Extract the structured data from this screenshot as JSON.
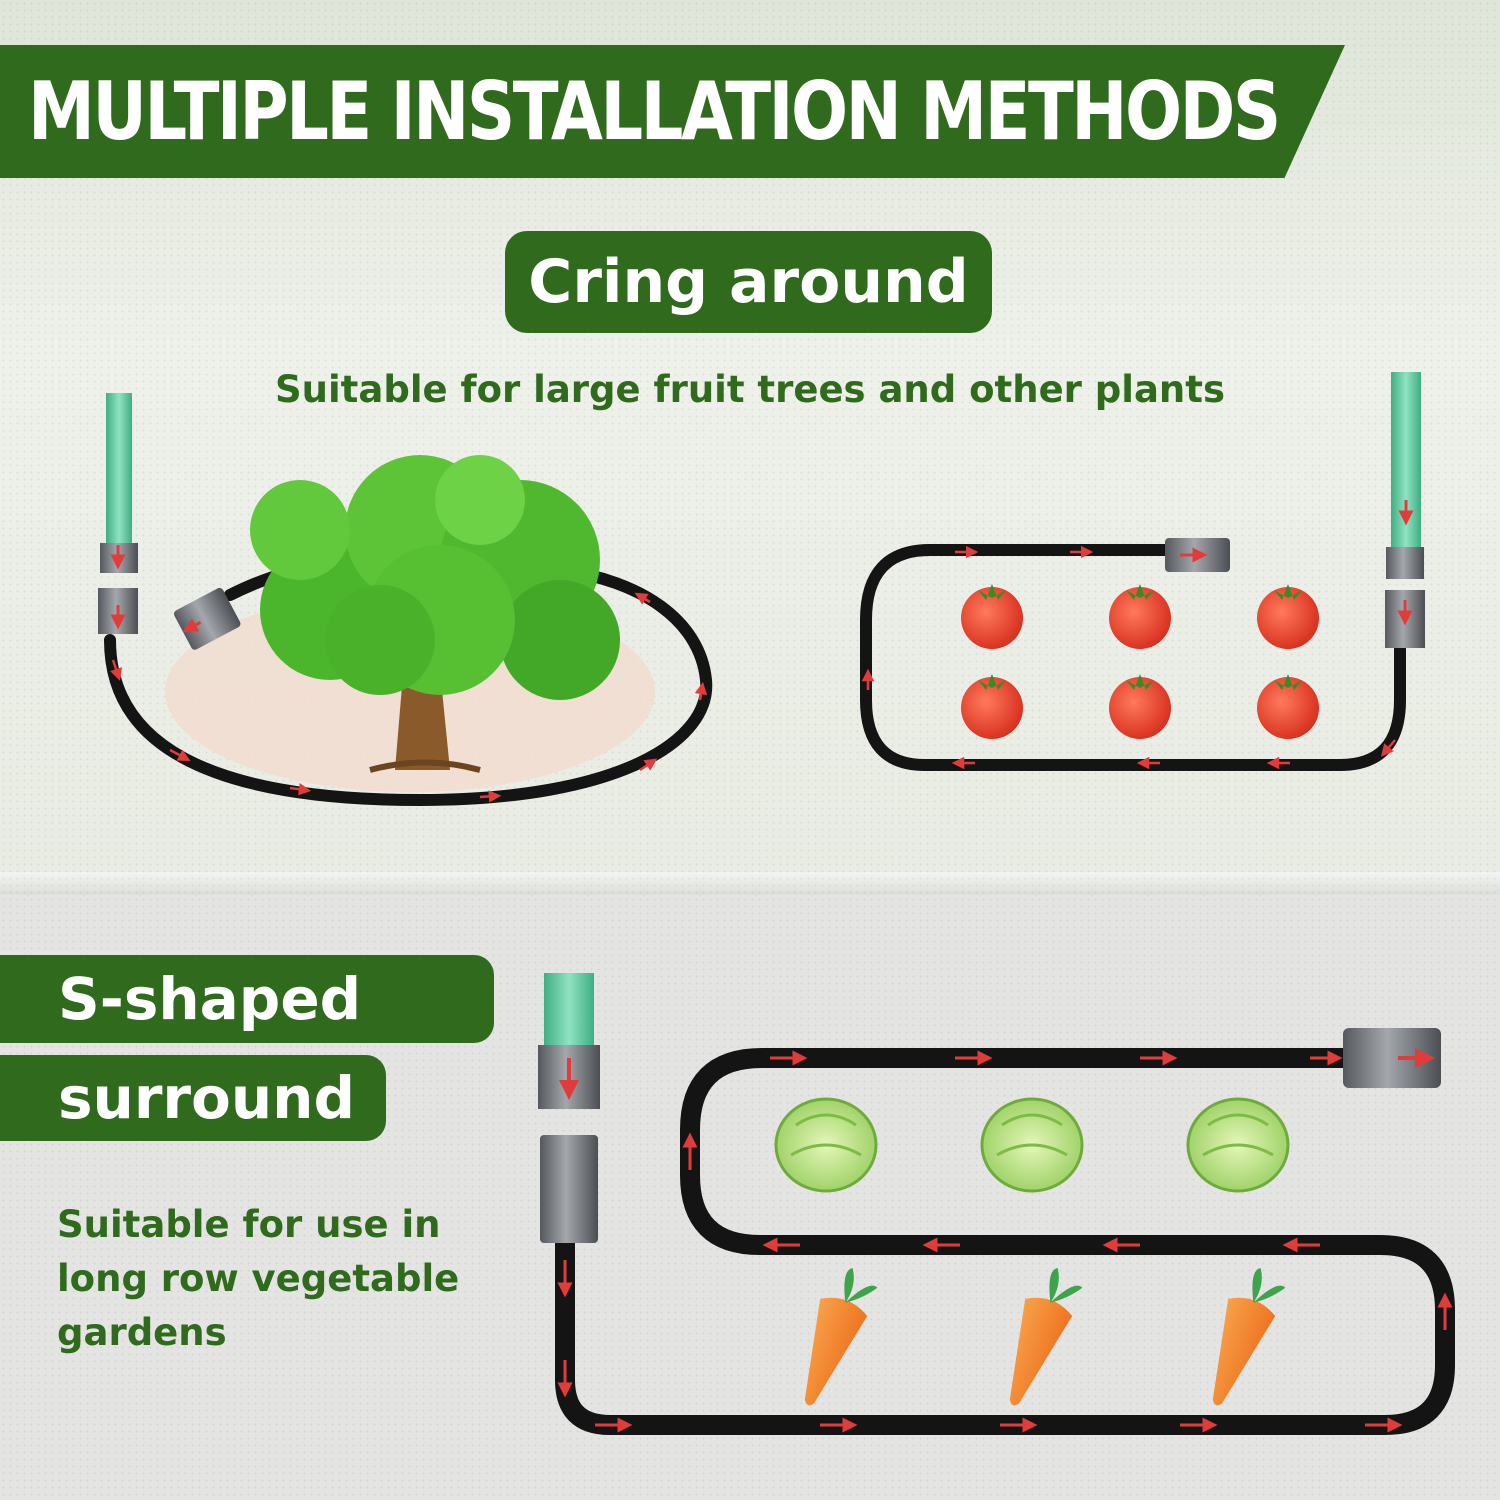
{
  "header": {
    "title": "MULTIPLE INSTALLATION METHODS"
  },
  "section_circle": {
    "label": "Cring around",
    "description": "Suitable for large fruit trees and other plants"
  },
  "section_s": {
    "label_line1": "S-shaped",
    "label_line2": "surround",
    "description_lines": [
      "Suitable for use in",
      "long row vegetable",
      "gardens"
    ]
  },
  "colors": {
    "brand_green": "#2f6a1d",
    "hose": "#141414",
    "flow_arrow": "#e23b3b",
    "connector": "#7f8287",
    "faucet_pipe": "#5ec9a0"
  },
  "icons": [
    "tree-icon",
    "tomato-icon",
    "cabbage-icon",
    "carrot-icon",
    "faucet-pipe-icon",
    "hose-connector-icon",
    "flow-arrow-icon"
  ]
}
